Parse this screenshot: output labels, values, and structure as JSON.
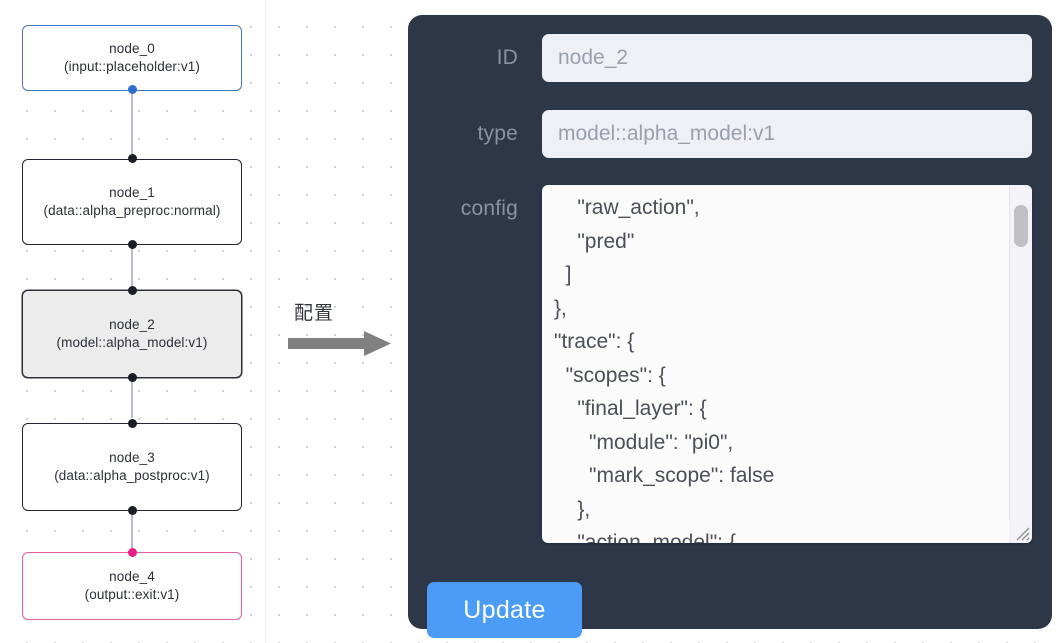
{
  "graph": {
    "nodes": [
      {
        "id": "node_0",
        "type_label": "(input::placeholder:v1)",
        "style": "blue",
        "selected": false
      },
      {
        "id": "node_1",
        "type_label": "(data::alpha_preproc:normal)",
        "style": "plain",
        "selected": false
      },
      {
        "id": "node_2",
        "type_label": "(model::alpha_model:v1)",
        "style": "plain",
        "selected": true
      },
      {
        "id": "node_3",
        "type_label": "(data::alpha_postproc:v1)",
        "style": "plain",
        "selected": false
      },
      {
        "id": "node_4",
        "type_label": "(output::exit:v1)",
        "style": "pink",
        "selected": false
      }
    ],
    "colors": {
      "node_border": "#22252e",
      "node_border_input": "#4a76c8",
      "node_border_output": "#e85ca0",
      "node_selected_fill": "#ececec",
      "edge": "#b8bcc4",
      "port": "#1b1d24",
      "port_input": "#2f6fd0",
      "port_output": "#e91e8c",
      "canvas_dot": "#c9ccd4"
    }
  },
  "flow": {
    "label": "配置",
    "arrow_icon": "arrow-right-icon",
    "arrow_color": "#808080"
  },
  "inspector": {
    "panel_color": "#2d3748",
    "fields": {
      "id": {
        "label": "ID",
        "value": "node_2"
      },
      "type": {
        "label": "type",
        "value": "model::alpha_model:v1"
      },
      "config": {
        "label": "config",
        "value": "    \"raw_action\",\n    \"pred\"\n  ]\n},\n\"trace\": {\n  \"scopes\": {\n    \"final_layer\": {\n      \"module\": \"pi0\",\n      \"mark_scope\": false\n    },\n    \"action_model\": {"
      }
    },
    "scrollbar": {
      "thumb_position": "top"
    },
    "update_button": {
      "label": "Update",
      "color": "#4a9cf6"
    }
  }
}
